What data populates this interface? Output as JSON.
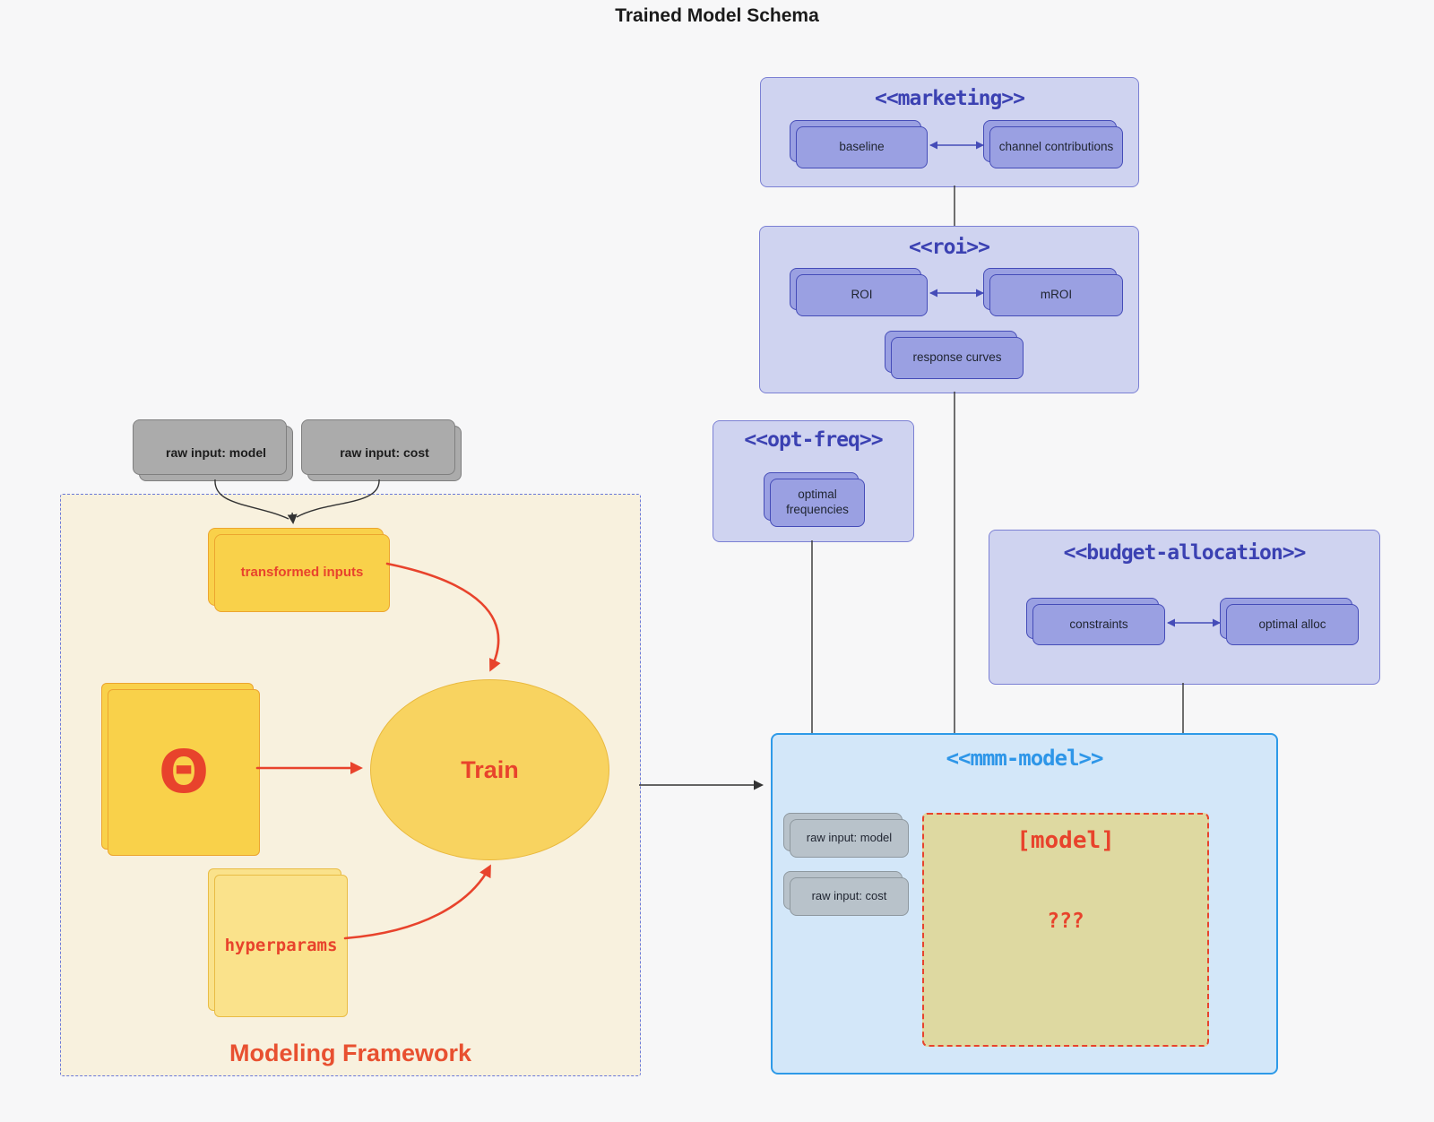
{
  "title": "Trained Model Schema",
  "marketing": {
    "title": "<<marketing>>",
    "baseline": "baseline",
    "channel_contributions": "channel contributions"
  },
  "roi": {
    "title": "<<roi>>",
    "roi": "ROI",
    "mroi": "mROI",
    "response_curves": "response curves"
  },
  "opt_freq": {
    "title": "<<opt-freq>>",
    "optimal_frequencies": "optimal frequencies"
  },
  "budget_allocation": {
    "title": "<<budget-allocation>>",
    "constraints": "constraints",
    "optimal_alloc": "optimal alloc"
  },
  "mmm_model": {
    "title": "<<mmm-model>>",
    "raw_input_model": "raw input: model",
    "raw_input_cost": "raw input: cost",
    "model": "[model]",
    "unknown": "???"
  },
  "modeling_framework": {
    "label": "Modeling Framework",
    "raw_input_model": "raw input: model",
    "raw_input_cost": "raw input: cost",
    "transformed_inputs": "transformed inputs",
    "theta": "Θ",
    "train": "Train",
    "hyperparams": "hyperparams"
  },
  "colors": {
    "page_background": "#f7f7f8",
    "purple_container_fill": "#cfd3f0",
    "purple_container_border": "#7b80d4",
    "purple_node_fill": "#9aa0e2",
    "purple_node_border": "#454cb8",
    "indigo_title": "#3b41b2",
    "blue_container_fill": "#d3e7f9",
    "blue_container_border": "#2e9ae8",
    "blue_title": "#2e96e8",
    "cream_fill": "#f8f1de",
    "cream_dashed_border": "#6b79d8",
    "gold_fill": "#f9d14a",
    "gold_border": "#eca52f",
    "light_gold_fill": "#fae28b",
    "ellipse_fill": "#f8d360",
    "khaki_fill": "#ded9a1",
    "gray_node_fill": "#ababab",
    "bluegray_node_fill": "#b8c2ca",
    "red_accent": "#e8432c",
    "line_dark": "#333333"
  }
}
